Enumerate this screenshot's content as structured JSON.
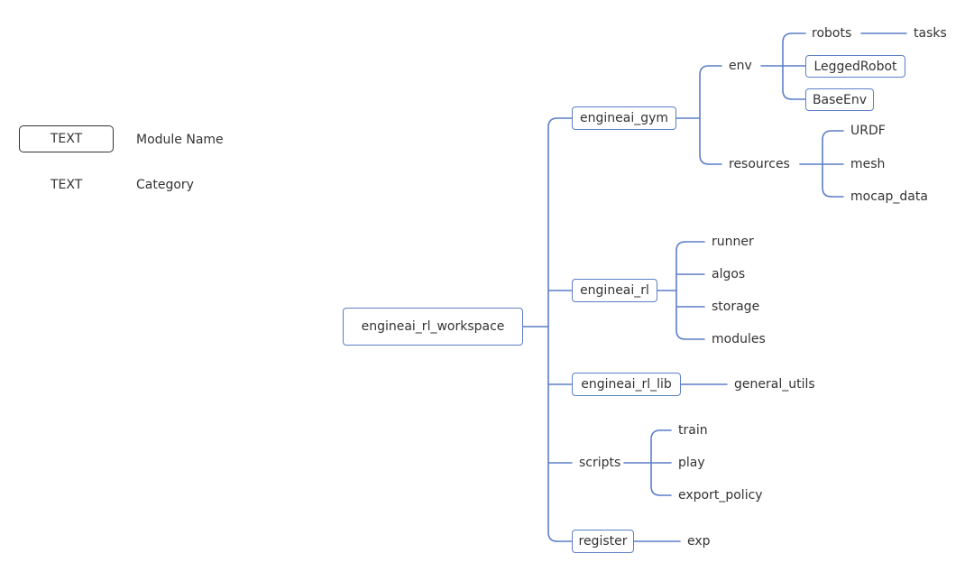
{
  "legend": {
    "module_sample": "TEXT",
    "module_label": "Module Name",
    "category_sample": "TEXT",
    "category_label": "Category"
  },
  "tree": {
    "root": "engineai_rl_workspace",
    "engineai_gym": "engineai_gym",
    "env": "env",
    "robots": "robots",
    "tasks": "tasks",
    "legged_robot": "LeggedRobot",
    "base_env": "BaseEnv",
    "resources": "resources",
    "urdf": "URDF",
    "mesh": "mesh",
    "mocap_data": "mocap_data",
    "engineai_rl": "engineai_rl",
    "runner": "runner",
    "algos": "algos",
    "storage": "storage",
    "modules": "modules",
    "engineai_rl_lib": "engineai_rl_lib",
    "general_utils": "general_utils",
    "scripts": "scripts",
    "train": "train",
    "play": "play",
    "export_policy": "export_policy",
    "register": "register",
    "exp": "exp"
  },
  "colors": {
    "line": "#5b7fc7",
    "module_border": "#5b7fc7",
    "text": "#333333",
    "legend_border": "#333333"
  }
}
